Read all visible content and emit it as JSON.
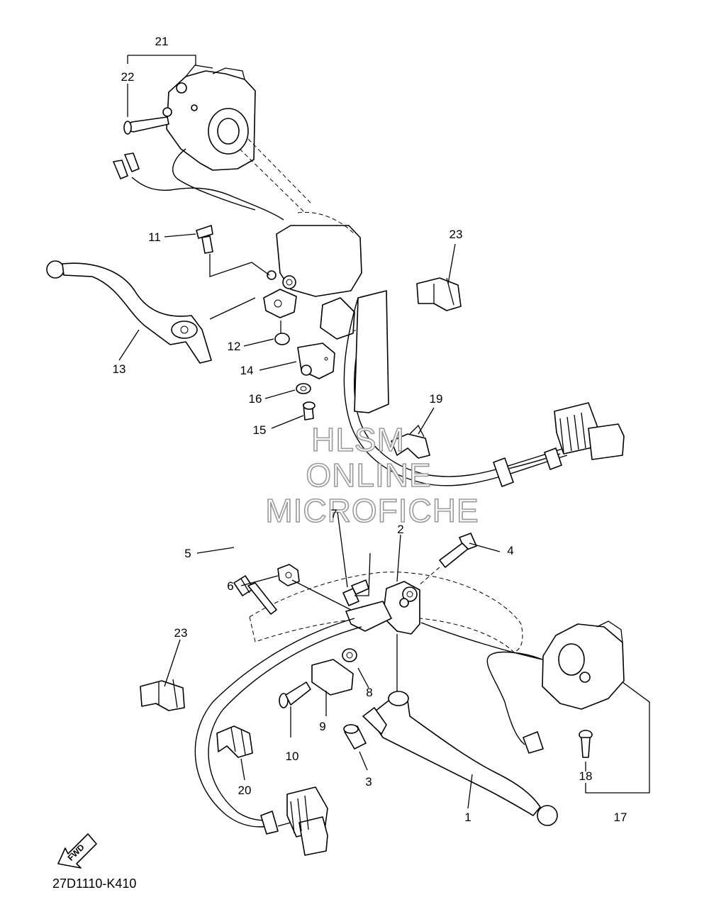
{
  "labels": [
    {
      "id": "21",
      "text": "21"
    },
    {
      "id": "22",
      "text": "22"
    },
    {
      "id": "11",
      "text": "11"
    },
    {
      "id": "23a",
      "text": "23"
    },
    {
      "id": "13",
      "text": "13"
    },
    {
      "id": "12",
      "text": "12"
    },
    {
      "id": "14",
      "text": "14"
    },
    {
      "id": "16",
      "text": "16"
    },
    {
      "id": "15",
      "text": "15"
    },
    {
      "id": "19",
      "text": "19"
    },
    {
      "id": "7",
      "text": "7"
    },
    {
      "id": "2",
      "text": "2"
    },
    {
      "id": "5",
      "text": "5"
    },
    {
      "id": "4",
      "text": "4"
    },
    {
      "id": "6",
      "text": "6"
    },
    {
      "id": "23b",
      "text": "23"
    },
    {
      "id": "8",
      "text": "8"
    },
    {
      "id": "9",
      "text": "9"
    },
    {
      "id": "10",
      "text": "10"
    },
    {
      "id": "20",
      "text": "20"
    },
    {
      "id": "3",
      "text": "3"
    },
    {
      "id": "18",
      "text": "18"
    },
    {
      "id": "1",
      "text": "1"
    },
    {
      "id": "17",
      "text": "17"
    }
  ],
  "watermark": {
    "line1": "HLSM",
    "line2": "ONLINE",
    "line3": "MICROFICHE"
  },
  "fwd_label": "FWD",
  "diagram_code": "27D1110-K410"
}
